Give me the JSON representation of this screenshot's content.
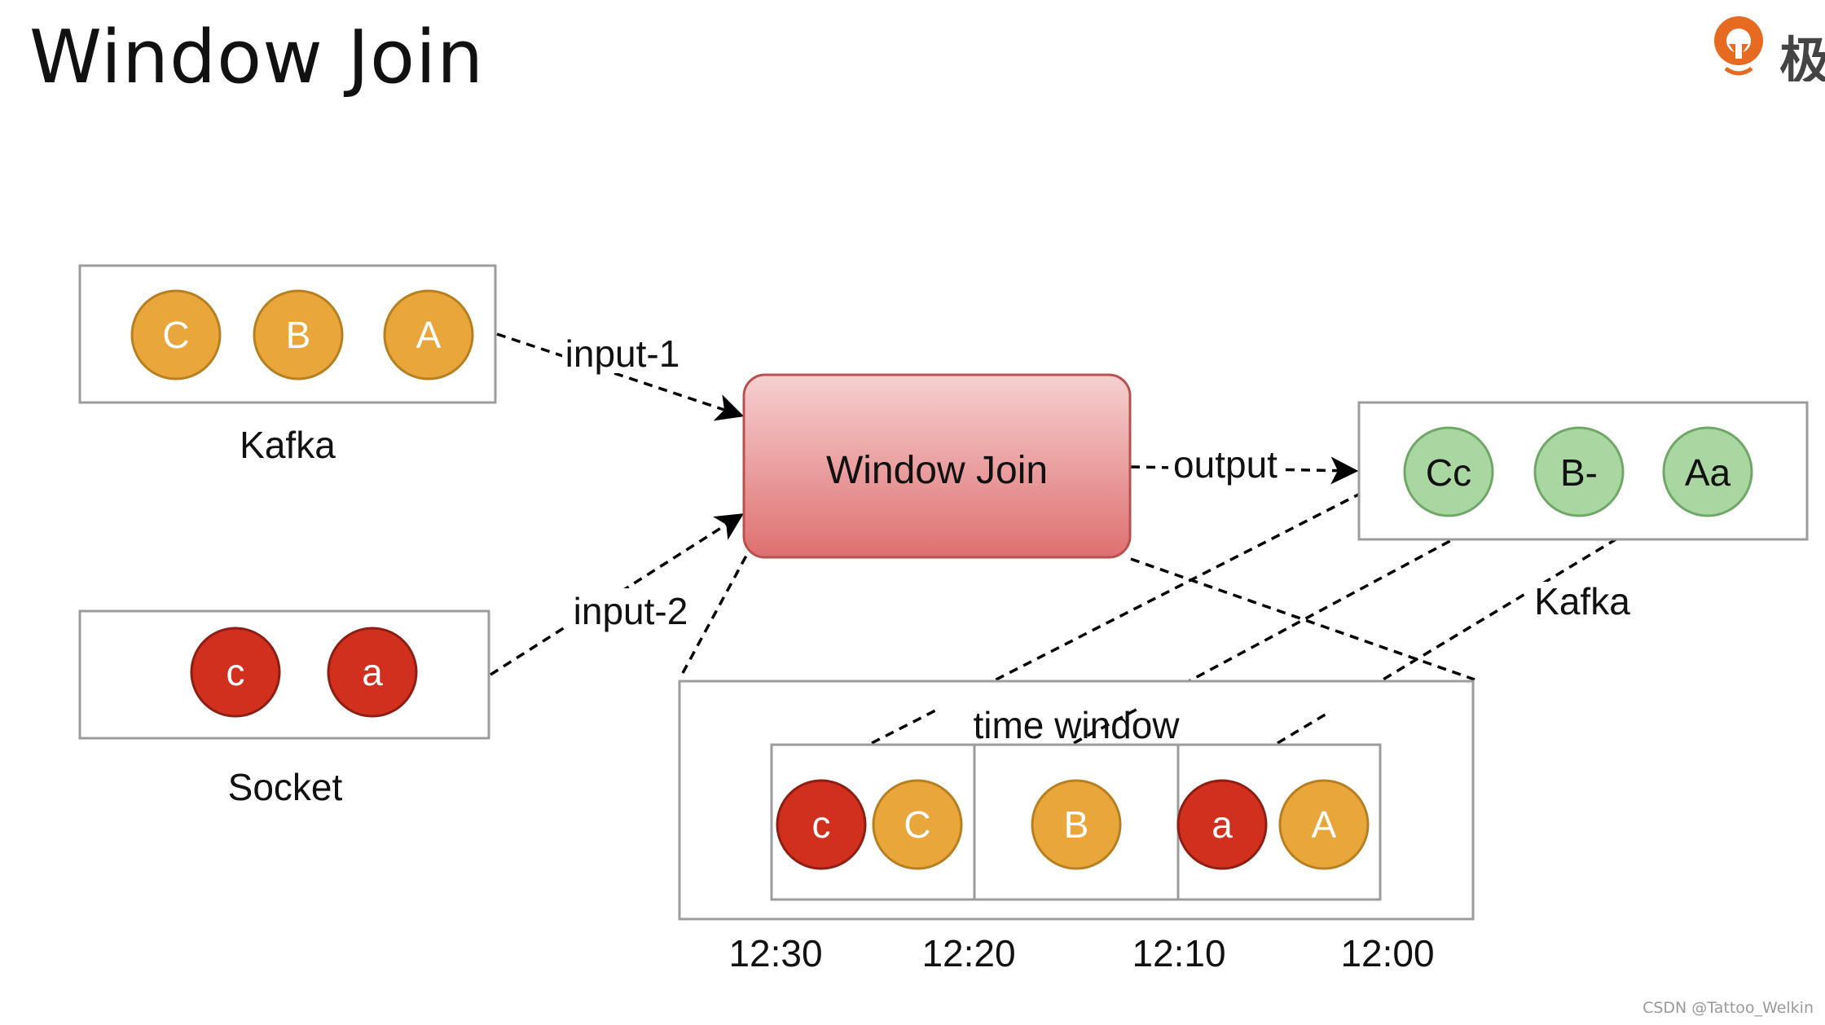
{
  "title": "Window Join",
  "logo": {
    "icon": "geektime-logo-icon",
    "text": "极"
  },
  "watermark": "CSDN @Tattoo_Welkin",
  "colors": {
    "orange_fill": "#E8A63B",
    "orange_stroke": "#B77F1F",
    "red_fill": "#D2301F",
    "red_stroke": "#8E1D12",
    "green_fill": "#A9D6A1",
    "green_stroke": "#6FA767",
    "join_top": "#F6D0D0",
    "join_bottom": "#DE7070",
    "join_stroke": "#B95050",
    "box_stroke": "#9C9C9C"
  },
  "sources": {
    "kafka": {
      "label": "Kafka",
      "items": [
        "C",
        "B",
        "A"
      ]
    },
    "socket": {
      "label": "Socket",
      "items": [
        "c",
        "a"
      ]
    }
  },
  "join": {
    "label": "Window Join"
  },
  "edges": {
    "input1": "input-1",
    "input2": "input-2",
    "output": "output"
  },
  "sink": {
    "label": "Kafka",
    "items": [
      "Cc",
      "B-",
      "Aa"
    ]
  },
  "time_window": {
    "label": "time window",
    "cells": [
      {
        "items": [
          "c",
          "C"
        ]
      },
      {
        "items": [
          "B"
        ]
      },
      {
        "items": [
          "a",
          "A"
        ]
      }
    ],
    "ticks": [
      "12:30",
      "12:20",
      "12:10",
      "12:00"
    ]
  }
}
